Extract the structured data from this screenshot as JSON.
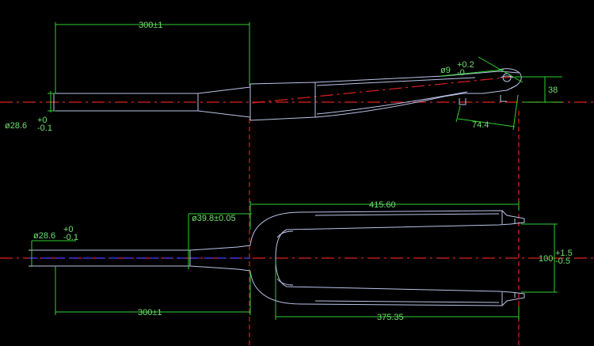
{
  "colors": {
    "background": "#000000",
    "geometry": "#b9c3e8",
    "dimension": "#2fd02f",
    "centerline": "#e02020",
    "axis": "#3a3aff"
  },
  "side_view": {
    "steerer_length": "300±1",
    "steerer_diameter_main": "ø28.6",
    "steerer_diameter_tol_upper": "+0",
    "steerer_diameter_tol_lower": "-0.1",
    "dropout_hole_main": "ø9",
    "dropout_hole_tol_upper": "+0.2",
    "dropout_hole_tol_lower": "-0",
    "offset": "38",
    "brake_mount_distance": "74.4"
  },
  "top_view": {
    "crown_race_diameter": "ø39.8±0.05",
    "steerer_diameter_main": "ø28.6",
    "steerer_diameter_tol_upper": "+0",
    "steerer_diameter_tol_lower": "-0.1",
    "overall_length": "415.60",
    "axle_to_crown": "375.35",
    "steerer_length": "300±1",
    "hub_spacing_main": "100",
    "hub_spacing_tol_upper": "+1.5",
    "hub_spacing_tol_lower": "-0.5"
  }
}
